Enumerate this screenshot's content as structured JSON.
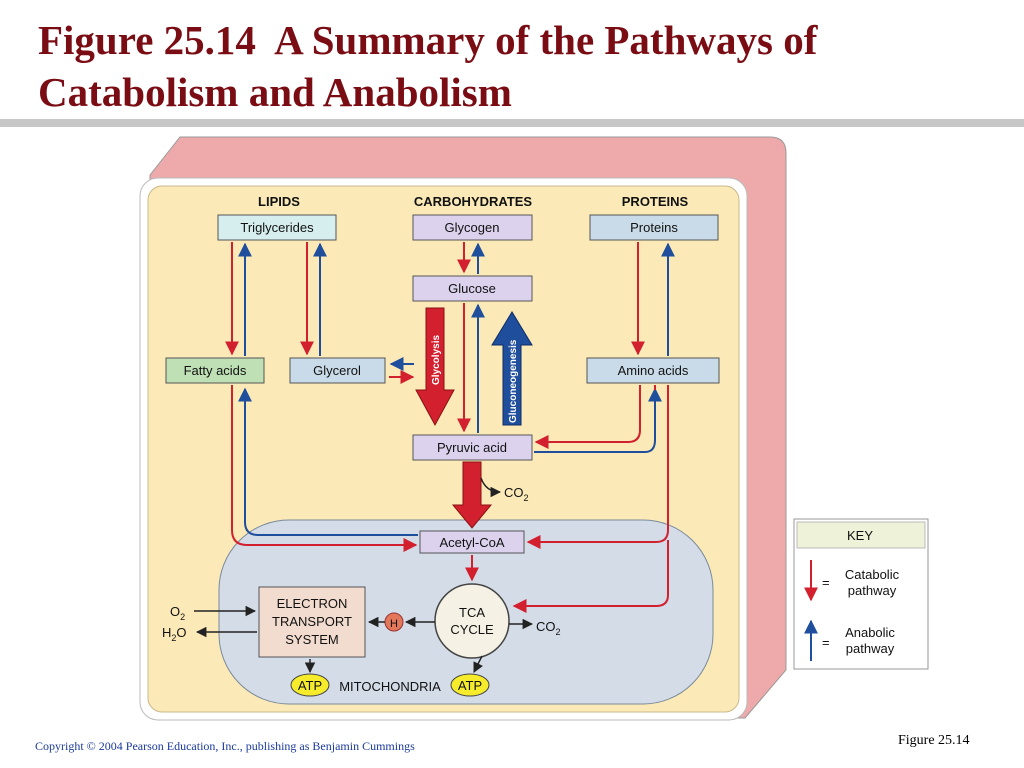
{
  "title": {
    "line1": "Figure 25.14  A Summary of the Pathways of",
    "line2": "Catabolism and Anabolism"
  },
  "diagram": {
    "headers": {
      "lipids": "LIPIDS",
      "carbohydrates": "CARBOHYDRATES",
      "proteins": "PROTEINS"
    },
    "nodes": {
      "triglycerides": "Triglycerides",
      "glycogen": "Glycogen",
      "proteins": "Proteins",
      "glucose": "Glucose",
      "fatty_acids": "Fatty acids",
      "glycerol": "Glycerol",
      "amino_acids": "Amino acids",
      "pyruvic_acid": "Pyruvic acid",
      "acetyl_coa": "Acetyl-CoA",
      "ets_line1": "ELECTRON",
      "ets_line2": "TRANSPORT",
      "ets_line3": "SYSTEM",
      "tca_line1": "TCA",
      "tca_line2": "CYCLE",
      "h": "H",
      "atp_left": "ATP",
      "atp_right": "ATP",
      "mitochondria": "MITOCHONDRIA"
    },
    "arrow_labels": {
      "glycolysis": "Glycolysis",
      "gluconeogenesis": "Gluconeogenesis"
    },
    "molecules": {
      "co2_pyruvic": "CO",
      "co2_pyruvic_sub": "2",
      "co2_tca": "CO",
      "co2_tca_sub": "2",
      "o2": "O",
      "o2_sub": "2",
      "h2o_h": "H",
      "h2o_sub": "2",
      "h2o_o": "O"
    },
    "colors": {
      "catabolic": "#d2202f",
      "anabolic": "#1f4e9c",
      "panel": "#fbeab8",
      "back_panel": "#eeaaaa",
      "mito": "#d4dce8"
    }
  },
  "key": {
    "title": "KEY",
    "catabolic_line1": "Catabolic",
    "catabolic_line2": "pathway",
    "anabolic_line1": "Anabolic",
    "anabolic_line2": "pathway",
    "equals": "="
  },
  "footer": {
    "copyright": "Copyright © 2004 Pearson Education, Inc., publishing as Benjamin Cummings",
    "figure_ref": "Figure 25.14"
  }
}
